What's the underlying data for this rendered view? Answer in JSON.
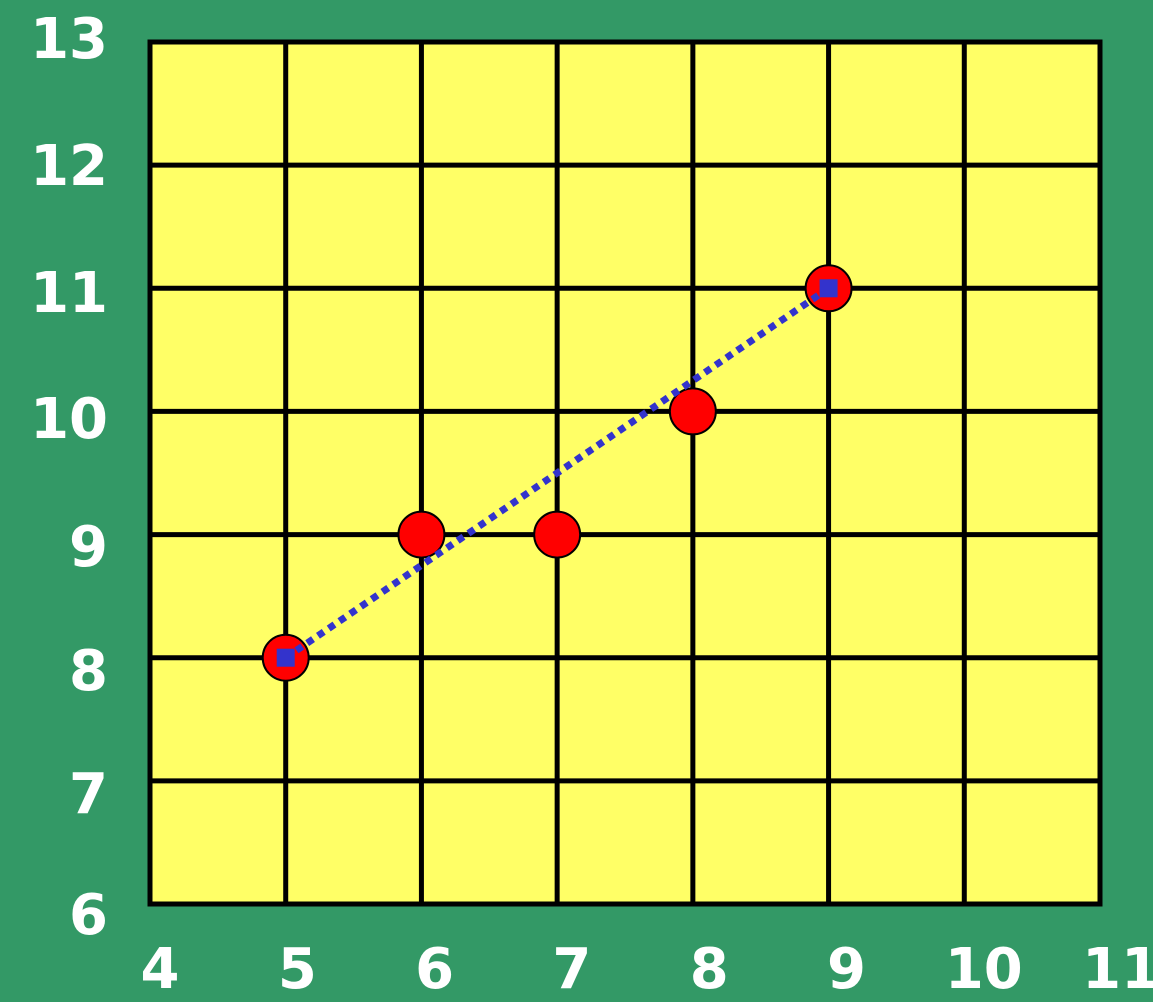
{
  "chart_data": {
    "type": "scatter",
    "x_ticks": [
      "4",
      "5",
      "6",
      "7",
      "8",
      "9",
      "10",
      "11"
    ],
    "y_ticks": [
      "6",
      "7",
      "8",
      "9",
      "10",
      "11",
      "12",
      "13"
    ],
    "xlim": [
      4,
      11
    ],
    "ylim": [
      6,
      13
    ],
    "grid": true,
    "points": [
      {
        "x": 5,
        "y": 8
      },
      {
        "x": 6,
        "y": 9
      },
      {
        "x": 7,
        "y": 9
      },
      {
        "x": 8,
        "y": 10
      },
      {
        "x": 9,
        "y": 11
      }
    ],
    "line": {
      "from": {
        "x": 5,
        "y": 8
      },
      "to": {
        "x": 9,
        "y": 11
      },
      "style": "dotted"
    },
    "endpoints": [
      {
        "x": 5,
        "y": 8
      },
      {
        "x": 9,
        "y": 11
      }
    ]
  },
  "colors": {
    "background": "#339966",
    "plot_fill": "#ffff66",
    "grid": "#000000",
    "point": "#ff0000",
    "line": "#3333cc",
    "label": "#ffffff"
  }
}
